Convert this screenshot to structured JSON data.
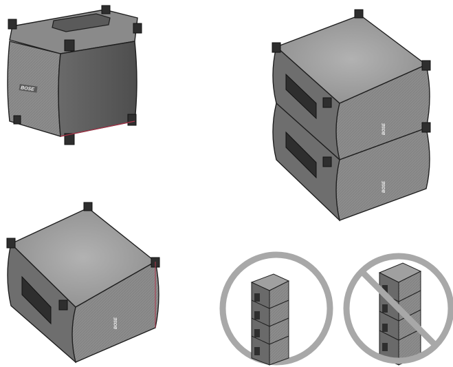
{
  "brand": {
    "logo_text": "BOSE"
  },
  "colors": {
    "cabinet_dark": "#4a4a4a",
    "cabinet_mid": "#7a7a7a",
    "cabinet_light": "#9a9a9a",
    "grille": "#8c8c8c",
    "top_panel": "#a0a0a0",
    "outline": "#1e1e1e",
    "prohibition_ring": "#a8a8a8",
    "accent_trim": "#b0344a"
  },
  "icons": {
    "allowed_marker": "ring-icon",
    "prohibited_marker": "no-symbol-icon"
  },
  "panels": [
    {
      "id": "single-upright",
      "description_icon": "speaker-cabinet-icon"
    },
    {
      "id": "two-stacked",
      "description_icon": "stacked-cabinets-icon"
    },
    {
      "id": "single-on-side",
      "description_icon": "speaker-cabinet-icon"
    },
    {
      "id": "tall-stack-correct",
      "description_icon": "ring-icon"
    },
    {
      "id": "tall-stack-incorrect",
      "description_icon": "no-symbol-icon"
    }
  ]
}
